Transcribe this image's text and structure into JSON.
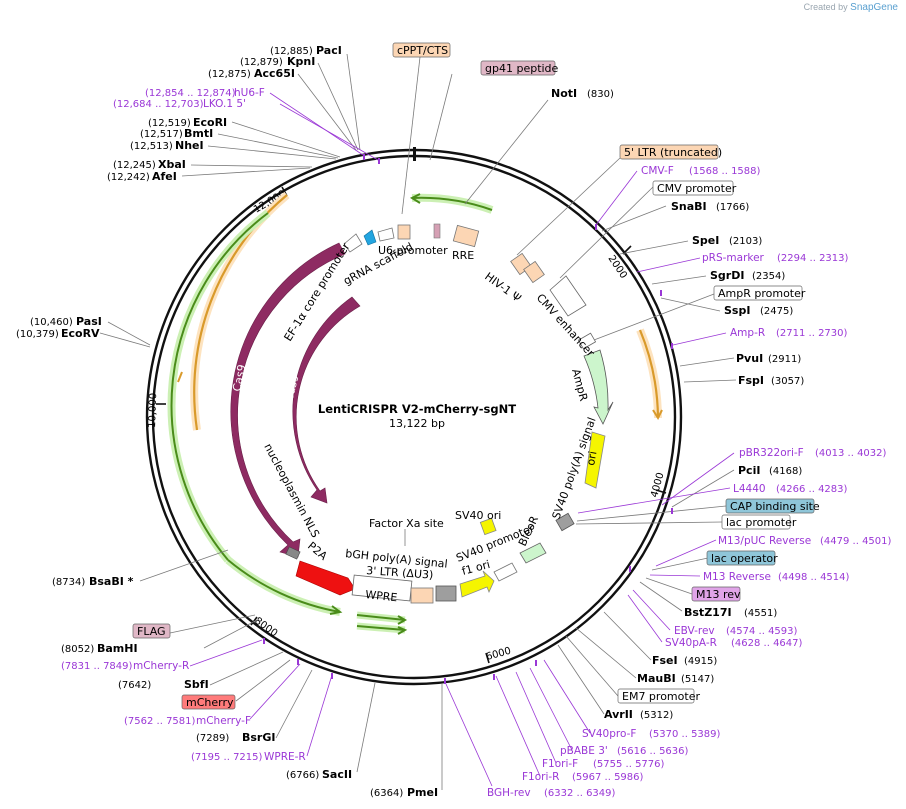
{
  "brand": {
    "prefix": "Created by",
    "name": "SnapGene"
  },
  "plasmid": {
    "name": "LentiCRISPR V2-mCherry-sgNT",
    "size": "13,122 bp"
  },
  "ticks": [
    "2000",
    "4000",
    "6000",
    "8000",
    "10,000",
    "12,000"
  ],
  "sites": [
    {
      "name": "PacI",
      "pos": "(12,885)"
    },
    {
      "name": "KpnI",
      "pos": "(12,879)"
    },
    {
      "name": "Acc65I",
      "pos": "(12,875)"
    },
    {
      "name": "EcoRI",
      "pos": "(12,519)"
    },
    {
      "name": "BmtI",
      "pos": "(12,517)"
    },
    {
      "name": "NheI",
      "pos": "(12,513)"
    },
    {
      "name": "XbaI",
      "pos": "(12,245)"
    },
    {
      "name": "AfeI",
      "pos": "(12,242)"
    },
    {
      "name": "PasI",
      "pos": "(10,460)"
    },
    {
      "name": "EcoRV",
      "pos": "(10,379)"
    },
    {
      "name": "BsaBI *",
      "pos": "(8734)"
    },
    {
      "name": "BamHI",
      "pos": "(8052)"
    },
    {
      "name": "SbfI",
      "pos": "(7642)"
    },
    {
      "name": "BsrGI",
      "pos": "(7289)"
    },
    {
      "name": "SacII",
      "pos": "(6766)"
    },
    {
      "name": "PmeI",
      "pos": "(6364)"
    },
    {
      "name": "NotI",
      "pos": "(830)"
    },
    {
      "name": "SnaBI",
      "pos": "(1766)"
    },
    {
      "name": "SpeI",
      "pos": "(2103)"
    },
    {
      "name": "SgrDI",
      "pos": "(2354)"
    },
    {
      "name": "SspI",
      "pos": "(2475)"
    },
    {
      "name": "PvuI",
      "pos": "(2911)"
    },
    {
      "name": "FspI",
      "pos": "(3057)"
    },
    {
      "name": "PciI",
      "pos": "(4168)"
    },
    {
      "name": "BstZ17I",
      "pos": "(4551)"
    },
    {
      "name": "FseI",
      "pos": "(4915)"
    },
    {
      "name": "MauBI",
      "pos": "(5147)"
    },
    {
      "name": "AvrII",
      "pos": "(5312)"
    }
  ],
  "primers": [
    {
      "name": "hU6-F",
      "pos": "(12,854 .. 12,874)"
    },
    {
      "name": "LKO.1 5'",
      "pos": "(12,684 .. 12,703)"
    },
    {
      "name": "mCherry-R",
      "pos": "(7831 .. 7849)"
    },
    {
      "name": "mCherry-F",
      "pos": "(7562 .. 7581)"
    },
    {
      "name": "WPRE-R",
      "pos": "(7195 .. 7215)"
    },
    {
      "name": "BGH-rev",
      "pos": "(6332 .. 6349)"
    },
    {
      "name": "CMV-F",
      "pos": "(1568 .. 1588)"
    },
    {
      "name": "pRS-marker",
      "pos": "(2294 .. 2313)"
    },
    {
      "name": "Amp-R",
      "pos": "(2711 .. 2730)"
    },
    {
      "name": "pBR322ori-F",
      "pos": "(4013 .. 4032)"
    },
    {
      "name": "L4440",
      "pos": "(4266 .. 4283)"
    },
    {
      "name": "M13/pUC Reverse",
      "pos": "(4479 .. 4501)"
    },
    {
      "name": "M13 Reverse",
      "pos": "(4498 .. 4514)"
    },
    {
      "name": "EBV-rev",
      "pos": "(4574 .. 4593)"
    },
    {
      "name": "SV40pA-R",
      "pos": "(4628 .. 4647)"
    },
    {
      "name": "SV40pro-F",
      "pos": "(5370 .. 5389)"
    },
    {
      "name": "pBABE 3'",
      "pos": "(5616 .. 5636)"
    },
    {
      "name": "F1ori-F",
      "pos": "(5755 .. 5776)"
    },
    {
      "name": "F1ori-R",
      "pos": "(5967 .. 5986)"
    }
  ],
  "boxed_labels": [
    {
      "name": "cPPT/CTS",
      "color": "#fcd6b4"
    },
    {
      "name": "gp41 peptide",
      "color": "#e0b7c6"
    },
    {
      "name": "5' LTR (truncated)",
      "color": "#fcd6b4"
    },
    {
      "name": "CMV promoter",
      "color": "#ffffff"
    },
    {
      "name": "AmpR promoter",
      "color": "#ffffff"
    },
    {
      "name": "CAP binding site",
      "color": "#8fc6d9"
    },
    {
      "name": "lac promoter",
      "color": "#ffffff"
    },
    {
      "name": "lac operator",
      "color": "#8fc6d9"
    },
    {
      "name": "M13 rev",
      "color": "#e0a4e8"
    },
    {
      "name": "EM7 promoter",
      "color": "#ffffff"
    },
    {
      "name": "FLAG",
      "color": "#e0b7c6"
    },
    {
      "name": "mCherry",
      "color": "#ff7b7b"
    }
  ],
  "features": {
    "u6_promoter": "U6 promoter",
    "grna_scaffold": "gRNA scaffold",
    "rre": "RRE",
    "hiv_psi": "HIV-1 Ψ",
    "cmv_enhancer": "CMV enhancer",
    "ef1a": "EF-1α core promoter",
    "cas9_outer": "Cas9",
    "cas9_inner": "Cas9",
    "nls": "nucleoplasmin NLS",
    "p2a": "P2A",
    "ampr": "AmpR",
    "ori": "ori",
    "sv40_pa": "SV40 poly(A) signal",
    "bleor": "BleoR",
    "sv40_promoter": "SV40 promoter",
    "f1_ori": "f1 ori",
    "sv40_ori": "SV40 ori",
    "factor_xa": "Factor Xa site",
    "bgh": "bGH poly(A) signal",
    "ltr3": "3' LTR (ΔU3)",
    "wpre": "WPRE"
  },
  "colors": {
    "cas9": "#8e2b62",
    "mcherry": "#ee1111",
    "ampr": "#ccf5cc",
    "ori": "#f5f500",
    "ltr": "#fcd6b4",
    "primer": "#9a37d6",
    "orange_arc": "#d99a2b",
    "green_arc": "#4a8c1a"
  }
}
